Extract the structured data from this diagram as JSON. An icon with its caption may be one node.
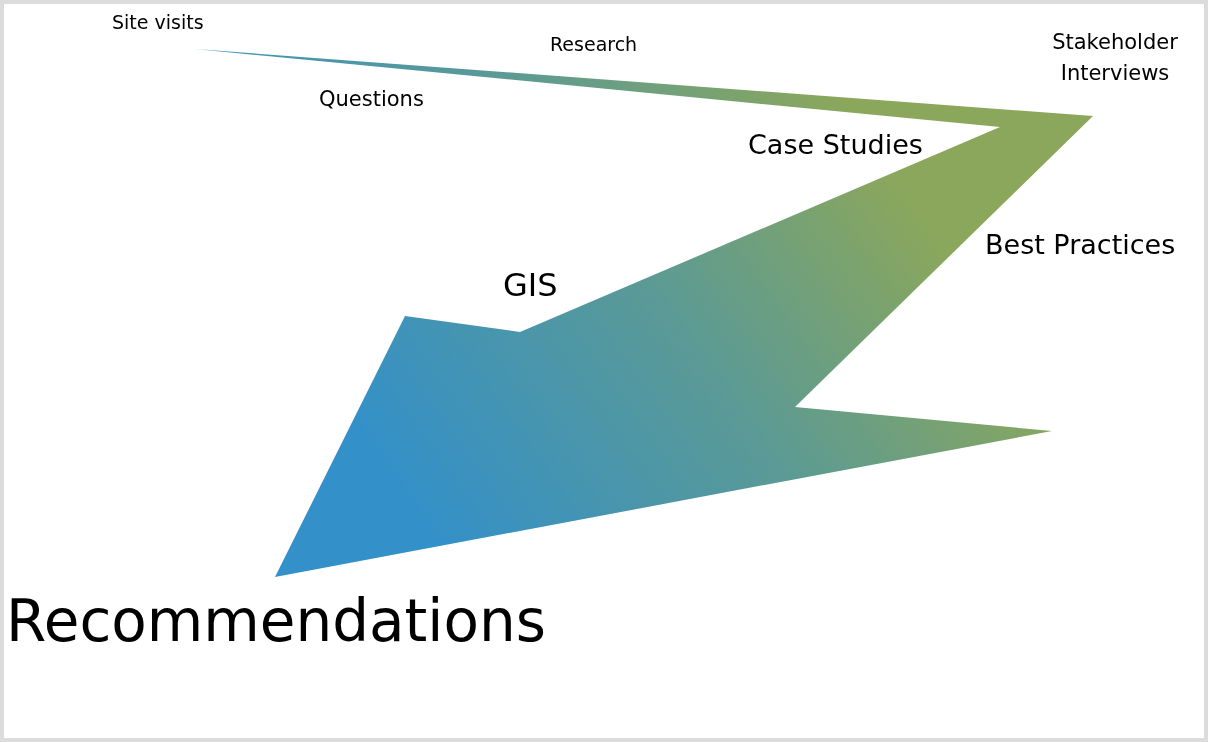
{
  "diagram": {
    "labels": [
      "Site visits",
      "Research",
      "Questions",
      "Stakeholder Interviews",
      "Case Studies",
      "Best Practices",
      "GIS",
      "Recommendations"
    ]
  }
}
